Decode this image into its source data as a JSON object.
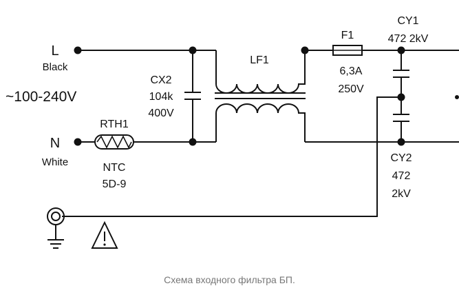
{
  "diagram": {
    "labels": {
      "line": "L",
      "line_color": "Black",
      "neutral": "N",
      "neutral_color": "White",
      "voltage": "~100-240V",
      "cx2_name": "CX2",
      "cx2_value": "104k",
      "cx2_voltage": "400V",
      "rth_name": "RTH1",
      "rth_type": "NTC",
      "rth_value": "5D-9",
      "lf_name": "LF1",
      "fuse_name": "F1",
      "fuse_current": "6,3A",
      "fuse_voltage": "250V",
      "cy1_name": "CY1",
      "cy1_value": "472 2kV",
      "cy2_name": "CY2",
      "cy2_value": "472",
      "cy2_voltage": "2kV"
    },
    "caption": "Схема входного фильтра БП."
  }
}
